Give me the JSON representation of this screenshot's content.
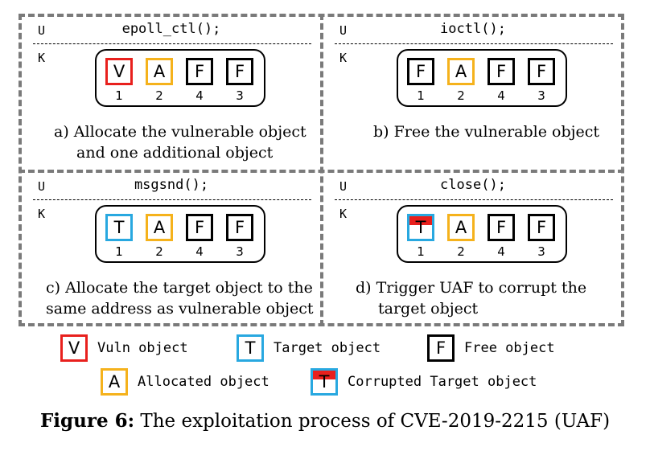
{
  "panels": [
    {
      "user_label": "U",
      "kernel_label": "K",
      "call": "epoll_ctl();",
      "caption_line1": "a)  Allocate the vulnerable object",
      "caption_line2": "and one additional object",
      "slots": [
        {
          "letter": "V",
          "kind": "vuln",
          "index": "1"
        },
        {
          "letter": "A",
          "kind": "allocated",
          "index": "2"
        },
        {
          "letter": "F",
          "kind": "free",
          "index": "4"
        },
        {
          "letter": "F",
          "kind": "free",
          "index": "3"
        }
      ]
    },
    {
      "user_label": "U",
      "kernel_label": "K",
      "call": "ioctl();",
      "caption_line1": "b) Free the vulnerable object",
      "caption_line2": "",
      "slots": [
        {
          "letter": "F",
          "kind": "free",
          "index": "1"
        },
        {
          "letter": "A",
          "kind": "allocated",
          "index": "2"
        },
        {
          "letter": "F",
          "kind": "free",
          "index": "4"
        },
        {
          "letter": "F",
          "kind": "free",
          "index": "3"
        }
      ]
    },
    {
      "user_label": "U",
      "kernel_label": "K",
      "call": "msgsnd();",
      "caption_line1": "c) Allocate the target object to the",
      "caption_line2": "same address as vulnerable object",
      "slots": [
        {
          "letter": "T",
          "kind": "target",
          "index": "1"
        },
        {
          "letter": "A",
          "kind": "allocated",
          "index": "2"
        },
        {
          "letter": "F",
          "kind": "free",
          "index": "4"
        },
        {
          "letter": "F",
          "kind": "free",
          "index": "3"
        }
      ]
    },
    {
      "user_label": "U",
      "kernel_label": "K",
      "call": "close();",
      "caption_line1": "d) Trigger UAF to corrupt the",
      "caption_line2": "target object",
      "slots": [
        {
          "letter": "T",
          "kind": "corrupted",
          "index": "1"
        },
        {
          "letter": "A",
          "kind": "allocated",
          "index": "2"
        },
        {
          "letter": "F",
          "kind": "free",
          "index": "4"
        },
        {
          "letter": "F",
          "kind": "free",
          "index": "3"
        }
      ]
    }
  ],
  "legend": [
    {
      "letter": "V",
      "kind": "vuln",
      "label": "Vuln object"
    },
    {
      "letter": "T",
      "kind": "target",
      "label": "Target object"
    },
    {
      "letter": "F",
      "kind": "free",
      "label": "Free object"
    },
    {
      "letter": "A",
      "kind": "allocated",
      "label": "Allocated object"
    },
    {
      "letter": "T",
      "kind": "corrupted",
      "label": "Corrupted Target object"
    }
  ],
  "figure_caption": {
    "label": "Figure 6:",
    "text": " The exploitation process of CVE-2019-2215 (UAF)"
  },
  "colors": {
    "vuln": "#e8201d",
    "allocated": "#f5b21c",
    "target": "#28a8e0",
    "free": "#000000",
    "corruption": "#e8201d",
    "frame": "#7a7a7a"
  }
}
